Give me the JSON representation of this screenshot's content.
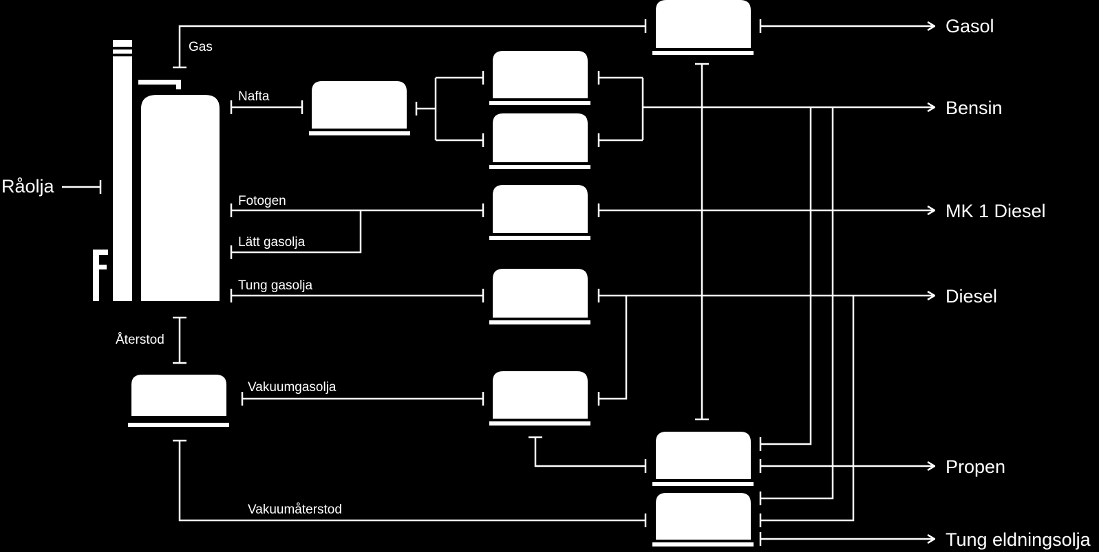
{
  "input": {
    "label": "Råolja"
  },
  "streams": {
    "gas": "Gas",
    "nafta": "Nafta",
    "fotogen": "Fotogen",
    "latt_gasolja": "Lätt gasolja",
    "tung_gasolja": "Tung gasolja",
    "aterstod": "Återstod",
    "vakuumgasolja": "Vakuumgasolja",
    "vakuumaterstod": "Vakuumåterstod"
  },
  "products": {
    "gasol": "Gasol",
    "bensin": "Bensin",
    "mk1_diesel": "MK 1 Diesel",
    "diesel": "Diesel",
    "propen": "Propen",
    "tung_eldningsolja": "Tung eldningsolja"
  },
  "colors": {
    "background": "#000000",
    "foreground": "#ffffff"
  }
}
